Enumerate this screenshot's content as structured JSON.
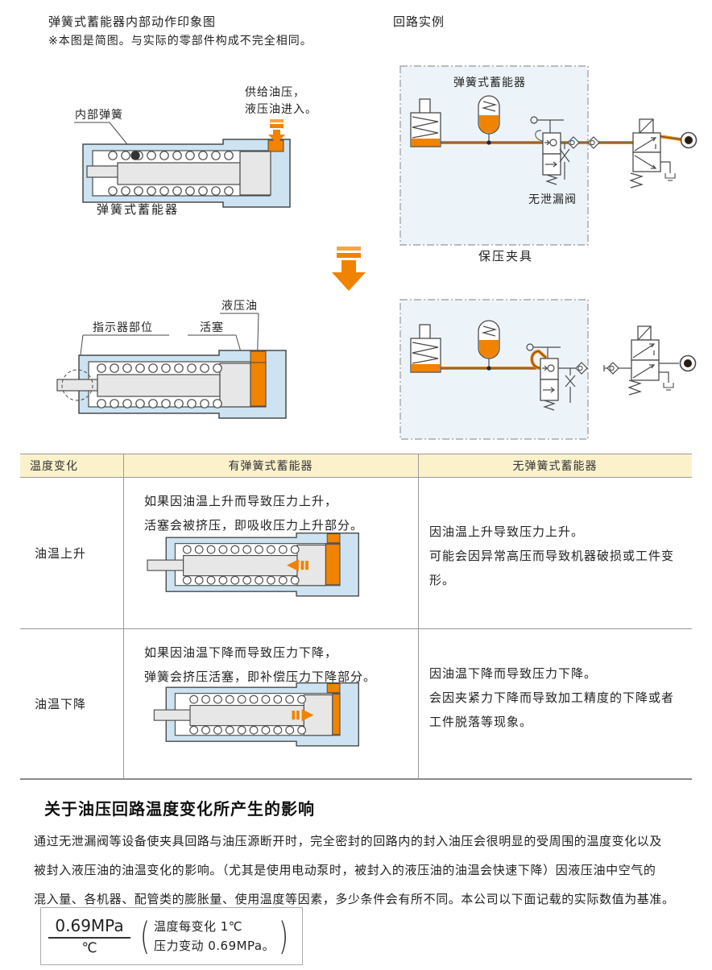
{
  "page": {
    "title_left": "弹簧式蓄能器内部动作印象图",
    "note_left": "※本图是简图。与实际的零部件构成不完全相同。",
    "title_right": "回路实例"
  },
  "diagram_top": {
    "label_spring": "内部弹簧",
    "label_supply_line1": "供给油压，",
    "label_supply_line2": "液压油进入。",
    "caption": "弹簧式蓄能器"
  },
  "diagram_bottom": {
    "label_indicator": "指示器部位",
    "label_piston": "活塞",
    "label_oil": "液压油"
  },
  "circuit_top": {
    "label_accumulator": "弹簧式蓄能器",
    "label_valve": "无泄漏阀",
    "caption": "保压夹具"
  },
  "table": {
    "headers": [
      "温度变化",
      "有弹簧式蓄能器",
      "无弹簧式蓄能器"
    ],
    "rows": [
      {
        "condition": "油温上升",
        "desc_line1": "如果因油温上升而导致压力上升，",
        "desc_line2": "活塞会被挤压，即吸收压力上升部分。",
        "effect_line1": "因油温上升导致压力上升。",
        "effect_line2": "可能会因异常高压而导致机器破损或工件变形。"
      },
      {
        "condition": "油温下降",
        "desc_line1": "如果因油温下降而导致压力下降，",
        "desc_line2": "弹簧会挤压活塞，即补偿压力下降部分。",
        "effect_line1": "因油温下降而导致压力下降。",
        "effect_line2": "会因夹紧力下降而导致加工精度的下降或者",
        "effect_line3": "工件脱落等现象。"
      }
    ]
  },
  "section": {
    "heading": "关于油压回路温度变化所产生的影响",
    "para_line1": "通过无泄漏阀等设备使夹具回路与油压源断开时，完全密封的回路内的封入油压会很明显的受周围的温度变化以及",
    "para_line2": "被封入液压油的油温变化的影响。（尤其是使用电动泵时，被封入的液压油的油温会快速下降）因液压油中空气的",
    "para_line3": "混入量、各机器、配管类的膨胀量、使用温度等因素，多少条件会有所不同。本公司以下面记载的实际数值为基准。"
  },
  "formula": {
    "numerator": "0.69MPa",
    "denominator": "℃",
    "note_line1": "温度每变化 1℃",
    "note_line2": "压力变动 0.69MPa。"
  },
  "colors": {
    "accent_orange": "#F08300",
    "accent_orange_light": "#F6A63A",
    "accumulator_body_blue": "#CDE3F1",
    "piston_gray": "#E7E7E7",
    "circuit_box_blue": "#EDF4F9",
    "table_header_cream": "#FBF2CC",
    "line_gray": "#4A4A4A",
    "border_gray": "#999999"
  }
}
